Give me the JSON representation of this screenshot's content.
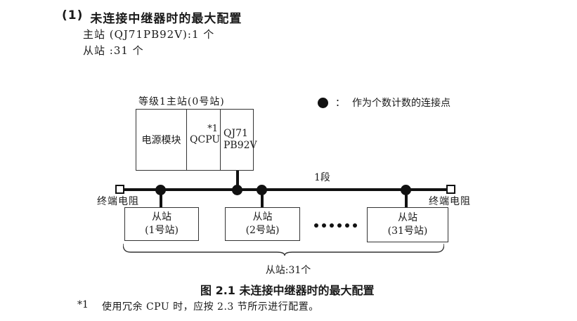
{
  "heading": {
    "number": "(1)",
    "title": "未连接中继器时的最大配置"
  },
  "summary": {
    "master_count": "主站 (QJ71PB92V):1 个",
    "slave_count": "从站 :31 个"
  },
  "legend": {
    "colon": "：",
    "text": "作为个数计数的连接点",
    "marker_icon": "connection-point-dot"
  },
  "diagram": {
    "master_label": "等级1主站(0号站)",
    "master_cells": {
      "power": "电源模块",
      "cpu": "QCPU",
      "cpu_footnote_ref": "*1",
      "pb_line1": "QJ71",
      "pb_line2": "PB92V"
    },
    "segment_label": "1段",
    "left_terminator": "终端电阻",
    "right_terminator": "终端电阻",
    "slaves": [
      {
        "title": "从站",
        "subtitle": "(1号站)"
      },
      {
        "title": "从站",
        "subtitle": "(2号站)"
      },
      {
        "title": "从站",
        "subtitle": "(31号站)"
      }
    ],
    "brace_label": "从站:31个"
  },
  "caption": "图 2.1 未连接中继器时的最大配置",
  "footnote": {
    "marker": "*1",
    "text": "使用冗余 CPU 时，应按 2.3 节所示进行配置。"
  },
  "colors": {
    "ink": "#1a1a1a",
    "line": "#111111",
    "border": "#333333",
    "background": "#ffffff"
  }
}
